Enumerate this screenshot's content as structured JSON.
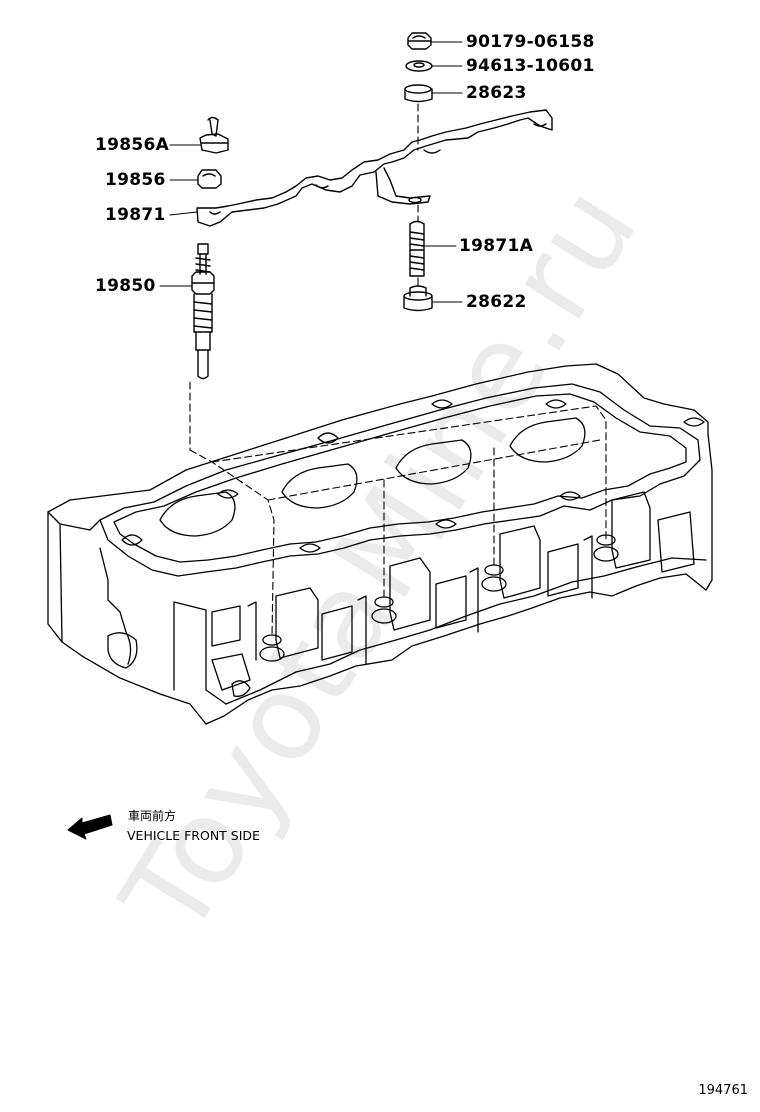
{
  "watermark": "ToyotaMine.ru",
  "parts": {
    "p_90179": "90179-06158",
    "p_94613": "94613-10601",
    "p_28623": "28623",
    "p_19856A": "19856A",
    "p_19856": "19856",
    "p_19871": "19871",
    "p_19871A": "19871A",
    "p_19850": "19850",
    "p_28622": "28622"
  },
  "front_indicator": {
    "japanese": "車両前方",
    "english": "VEHICLE FRONT SIDE"
  },
  "figure_number": "194761"
}
